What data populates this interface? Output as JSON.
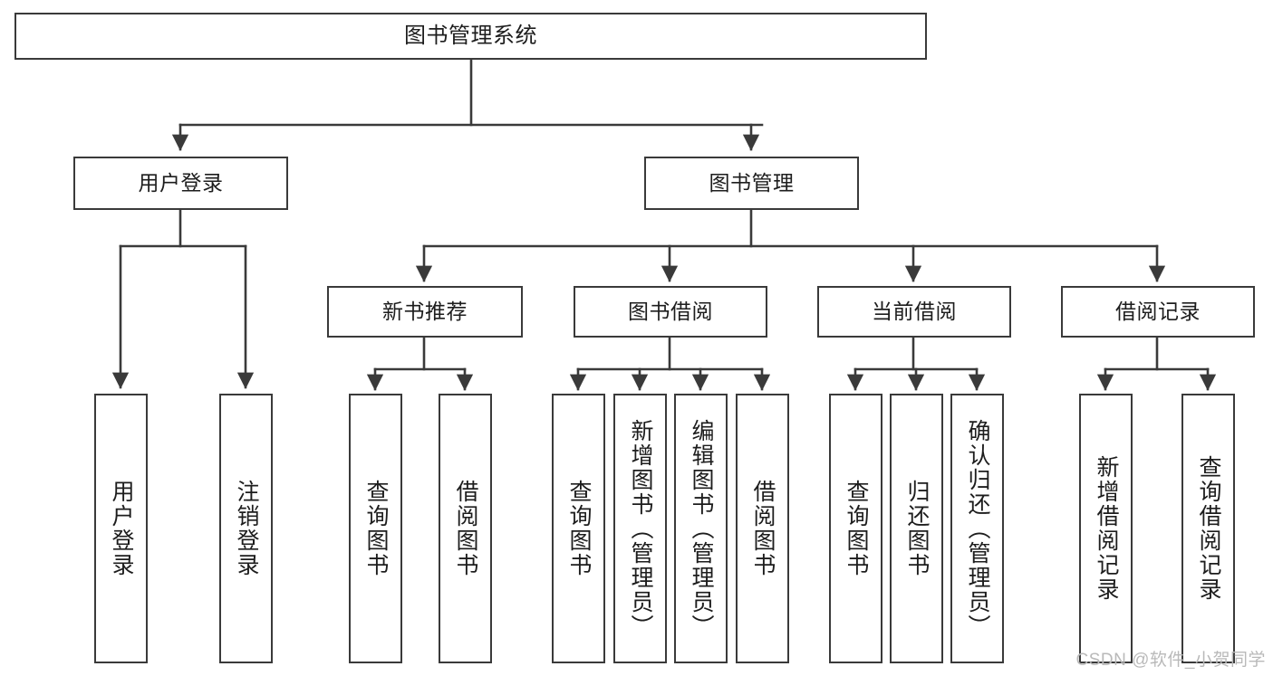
{
  "diagram": {
    "type": "tree",
    "title": "图书管理系统",
    "root": {
      "id": "root",
      "label": "图书管理系统"
    },
    "level2": [
      {
        "id": "user-login",
        "label": "用户登录"
      },
      {
        "id": "book-manage",
        "label": "图书管理"
      }
    ],
    "level3": [
      {
        "id": "new-book-recommend",
        "label": "新书推荐",
        "parent": "book-manage"
      },
      {
        "id": "book-borrow",
        "label": "图书借阅",
        "parent": "book-manage"
      },
      {
        "id": "current-borrow",
        "label": "当前借阅",
        "parent": "book-manage"
      },
      {
        "id": "borrow-record",
        "label": "借阅记录",
        "parent": "book-manage"
      }
    ],
    "leaves": {
      "user_login": [
        {
          "id": "leaf-user-login",
          "label": "用户登录"
        },
        {
          "id": "leaf-logout",
          "label": "注销登录"
        }
      ],
      "new_book_recommend": [
        {
          "id": "leaf-query-book-1",
          "label": "查询图书"
        },
        {
          "id": "leaf-borrow-book-1",
          "label": "借阅图书"
        }
      ],
      "book_borrow": [
        {
          "id": "leaf-query-book-2",
          "label": "查询图书"
        },
        {
          "id": "leaf-add-book",
          "label": "新增图书（管理员）"
        },
        {
          "id": "leaf-edit-book",
          "label": "编辑图书（管理员）"
        },
        {
          "id": "leaf-borrow-book-2",
          "label": "借阅图书"
        }
      ],
      "current_borrow": [
        {
          "id": "leaf-query-book-3",
          "label": "查询图书"
        },
        {
          "id": "leaf-return-book",
          "label": "归还图书"
        },
        {
          "id": "leaf-confirm-return",
          "label": "确认归还（管理员）"
        }
      ],
      "borrow_record": [
        {
          "id": "leaf-add-record",
          "label": "新增借阅记录"
        },
        {
          "id": "leaf-query-record",
          "label": "查询借阅记录"
        }
      ]
    }
  },
  "watermark": {
    "text": "CSDN @软件_小贺同学"
  },
  "colors": {
    "stroke": "#3a3a3a",
    "background": "#ffffff",
    "text": "#1d1d1d",
    "watermark": "#b9b9b9"
  }
}
